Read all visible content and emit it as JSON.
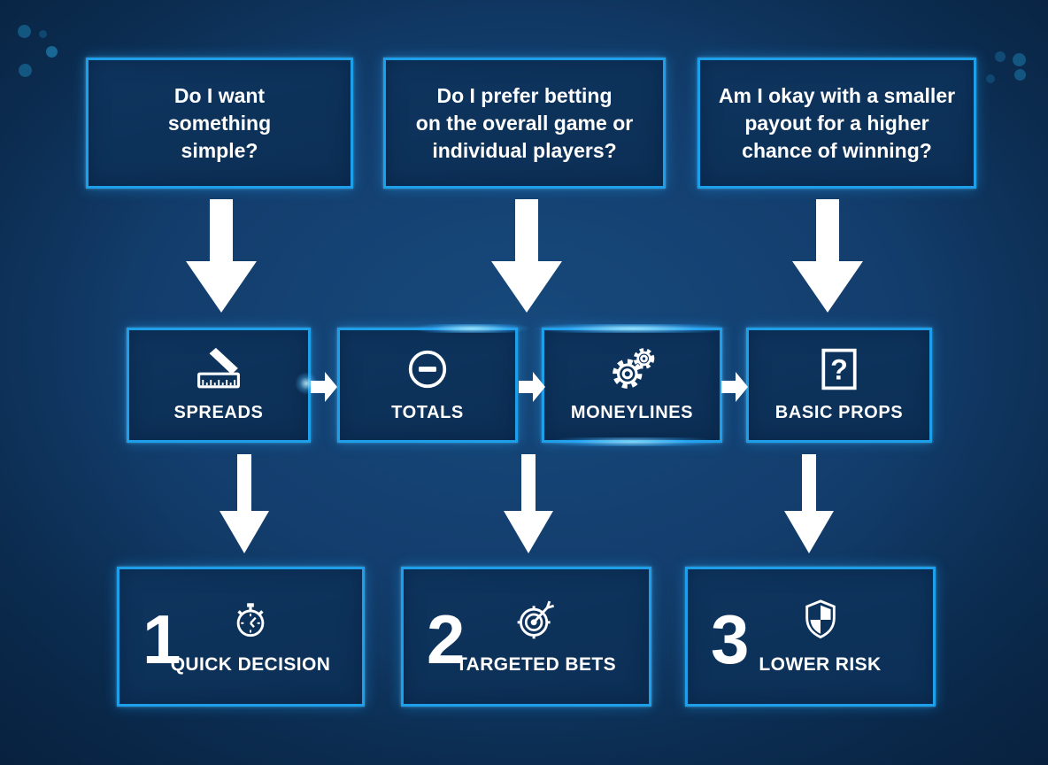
{
  "colors": {
    "accent": "#1e9fe9",
    "background": "#123d6d",
    "box_fill": "#0d3259",
    "text": "#ffffff"
  },
  "flow": {
    "questions": [
      {
        "lines": [
          "Do I want",
          "something",
          "simple?"
        ]
      },
      {
        "lines": [
          "Do I prefer betting",
          "on the overall game or",
          "individual players?"
        ]
      },
      {
        "lines": [
          "Am I okay with a smaller",
          "payout for a higher",
          "chance of winning?"
        ]
      }
    ],
    "bet_types": [
      {
        "label": "SPREADS",
        "icon": "ruler-icon"
      },
      {
        "label": "TOTALS",
        "icon": "minus-circle-icon"
      },
      {
        "label": "MONEYLINES",
        "icon": "gears-icon"
      },
      {
        "label": "BASIC PROPS",
        "icon": "question-box-icon"
      }
    ],
    "outcomes": [
      {
        "number": "1",
        "label": "QUICK DECISION",
        "icon": "stopwatch-icon"
      },
      {
        "number": "2",
        "label": "TARGETED BETS",
        "icon": "target-icon"
      },
      {
        "number": "3",
        "label": "LOWER RISK",
        "icon": "shield-icon"
      }
    ]
  }
}
